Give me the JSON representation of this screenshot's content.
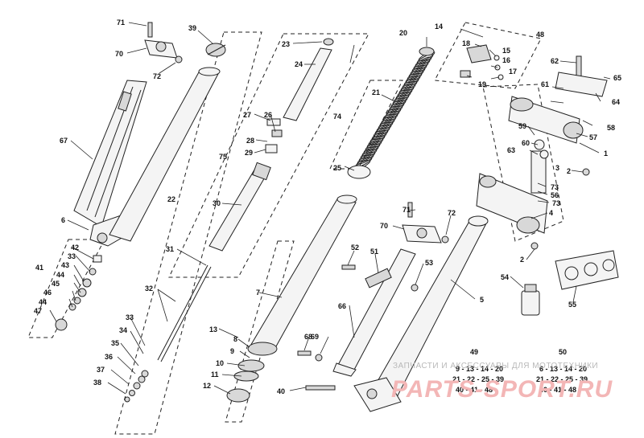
{
  "diagram": {
    "labels": {
      "p1": "1",
      "p2a": "2",
      "p2b": "2",
      "p3": "3",
      "p4": "4",
      "p5": "5",
      "p6": "6",
      "p7": "7",
      "p8": "8",
      "p9": "9",
      "p10": "10",
      "p11": "11",
      "p12": "12",
      "p13": "13",
      "p14": "14",
      "p15": "15",
      "p16": "16",
      "p17": "17",
      "p18": "18",
      "p19": "19",
      "p20": "20",
      "p21": "21",
      "p22": "22",
      "p23": "23",
      "p24": "24",
      "p25a": "25",
      "p26": "26",
      "p27": "27",
      "p28": "28",
      "p29": "29",
      "p30": "30",
      "p31": "31",
      "p32": "32",
      "p33a": "33",
      "p33b": "33",
      "p34": "34",
      "p35": "35",
      "p36": "36",
      "p37": "37",
      "p38": "38",
      "p39": "39",
      "p40": "40",
      "p41": "41",
      "p42": "42",
      "p43": "43",
      "p44a": "44",
      "p44b": "44",
      "p45": "45",
      "p46": "46",
      "p47": "47",
      "p48": "48",
      "p49": "49",
      "p50": "50",
      "p51": "51",
      "p52": "52",
      "p53": "53",
      "p54": "54",
      "p55": "55",
      "p56": "56",
      "p57": "57",
      "p58": "58",
      "p59": "59",
      "p60": "60",
      "p61": "61",
      "p62": "62",
      "p63": "63",
      "p64": "64",
      "p65": "65",
      "p66": "66",
      "p67": "67",
      "p68": "68",
      "p69": "69",
      "p70a": "70",
      "p70b": "70",
      "p71a": "71",
      "p71b": "71",
      "p72a": "72",
      "p72b": "72",
      "p73a": "73",
      "p73b": "73",
      "p74": "74",
      "p75": "75"
    },
    "kit49": {
      "title": "49",
      "lines": [
        "9 - 13 - 14 - 20",
        "21 - 22 - 25 - 39",
        "40 - 41 - 48"
      ]
    },
    "kit50": {
      "title": "50",
      "lines": [
        "6 - 13 - 14 - 20",
        "21 - 22 - 25 - 39",
        "40 - 41 - 48"
      ]
    },
    "watermark": {
      "caption": "ЗАПЧАСТИ И АКСЕССУАРЫ ДЛЯ МОТОТЕХНИКИ",
      "logo": "PARTS-SPORT.RU"
    }
  }
}
